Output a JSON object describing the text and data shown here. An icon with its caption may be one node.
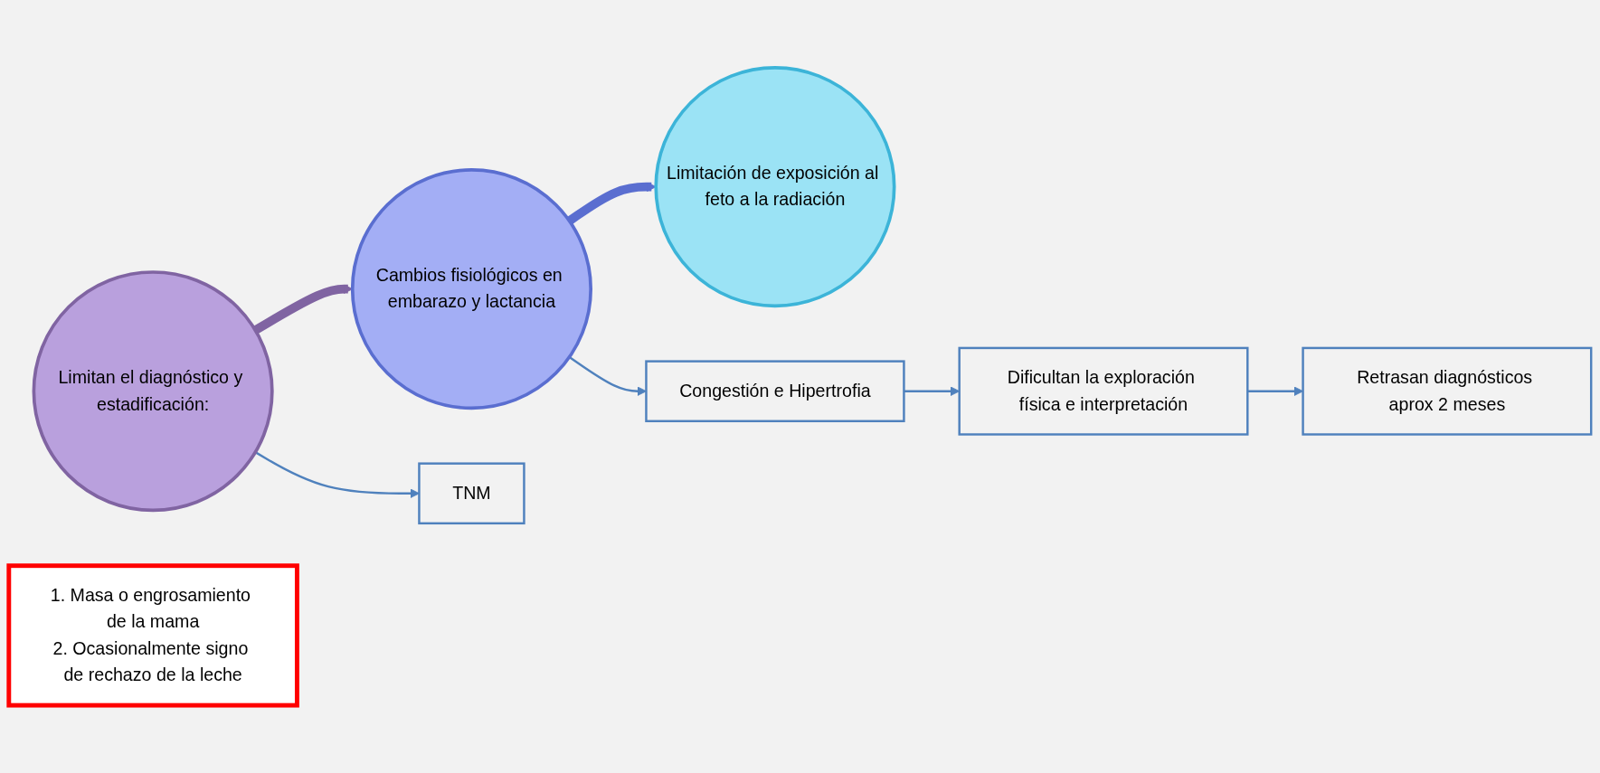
{
  "diagram": {
    "nodes": [
      {
        "text": [
          "Limitan el diagnóstico y estadificación:"
        ]
      },
      {
        "text": [
          "Cambios fisiológicos en embarazo y lactancia"
        ]
      },
      {
        "text": [
          "Limitación de exposición al feto a la radiación"
        ]
      },
      {
        "text": [
          "TNM"
        ]
      },
      {
        "text": [
          "Congestión e Hipertrofia"
        ]
      },
      {
        "text": [
          "Dificultan la exploración física e interpretación"
        ]
      },
      {
        "text": [
          "Retrasan diagnósticos aprox 2 meses"
        ]
      },
      {
        "text": [
          "1. Masa o engrosamiento de la mama",
          "2. Ocasionalmente signo de rechazo de la leche"
        ]
      }
    ],
    "edges": [
      {
        "from": 0,
        "to": 1,
        "arrow": "to",
        "style": "thick",
        "color": "#8064a2"
      },
      {
        "from": 1,
        "to": 2,
        "arrow": "to",
        "style": "thick",
        "color": "#5a6ed0"
      },
      {
        "from": 0,
        "to": 3,
        "arrow": "to"
      },
      {
        "from": 1,
        "to": 4,
        "arrow": "to"
      },
      {
        "from": 4,
        "to": 5,
        "arrow": "to"
      },
      {
        "from": 5,
        "to": 6,
        "arrow": "to"
      }
    ]
  }
}
